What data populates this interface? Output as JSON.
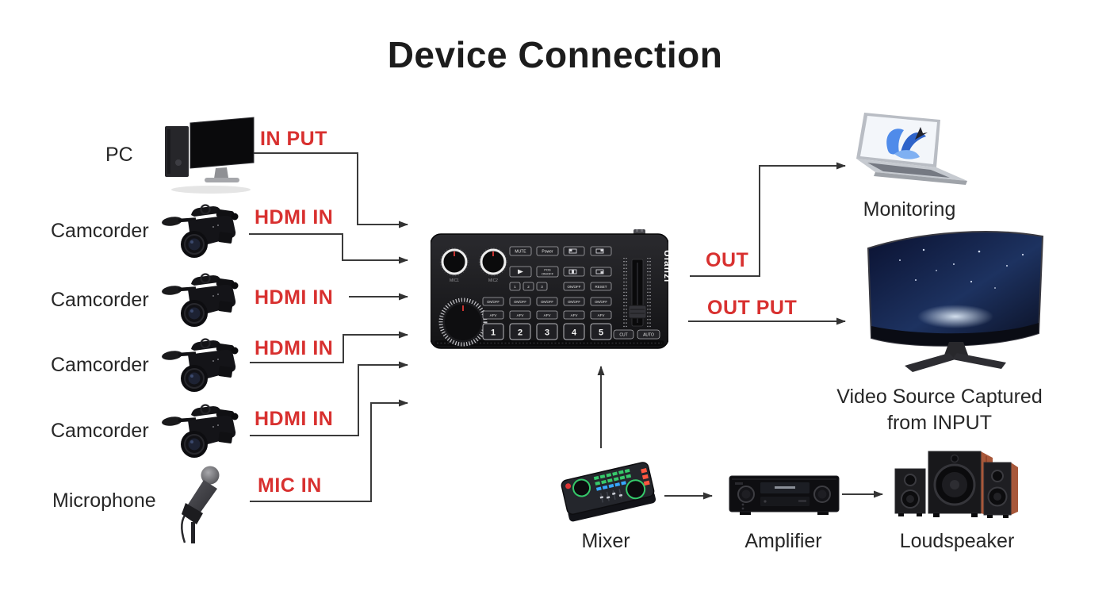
{
  "title": "Device Connection",
  "colors": {
    "accent_red": "#d8302f",
    "line": "#3b3b3b"
  },
  "sources": [
    {
      "label": "PC",
      "port": "IN PUT"
    },
    {
      "label": "Camcorder",
      "port": "HDMI IN"
    },
    {
      "label": "Camcorder",
      "port": "HDMI IN"
    },
    {
      "label": "Camcorder",
      "port": "HDMI IN"
    },
    {
      "label": "Camcorder",
      "port": "HDMI IN"
    },
    {
      "label": "Microphone",
      "port": "MIC IN"
    }
  ],
  "switcher": {
    "brand": "Ulanzi",
    "mic1_label": "MIC1",
    "mic2_label": "MIC2",
    "mute_label": "MUTE",
    "power_label": "Power",
    "pos_line1": "POS",
    "pos_line2": "ON/OFF",
    "num_row": [
      "1",
      "2",
      "3"
    ],
    "onoff_label": "ON/OFF",
    "reset_label": "RESET",
    "afv_label": "AFV",
    "channels": [
      "1",
      "2",
      "3",
      "4",
      "5"
    ],
    "cut_label": "CUT",
    "auto_label": "AUTO"
  },
  "outputs": {
    "monitor_port": "OUT",
    "monitor_label": "Monitoring",
    "main_port": "OUT PUT",
    "main_label_line1": "Video Source Captured",
    "main_label_line2": "from INPUT"
  },
  "audio_chain": [
    {
      "label": "Mixer"
    },
    {
      "label": "Amplifier"
    },
    {
      "label": "Loudspeaker"
    }
  ]
}
